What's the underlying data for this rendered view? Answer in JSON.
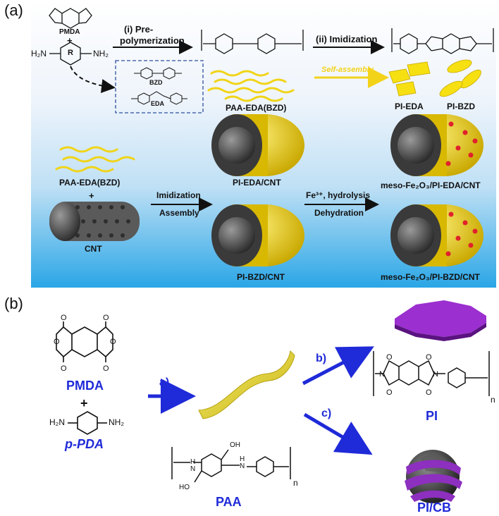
{
  "panel_a": {
    "label": "(a)",
    "pmda": "PMDA",
    "plus": "+",
    "h2n": "H₂N",
    "nh2": "NH₂",
    "r": "R",
    "step1_line1": "(i) Pre-",
    "step1_line2": "polymerization",
    "step2": "(ii) Imidization",
    "bzd": "BZD",
    "eda": "EDA",
    "paa_eda_bzd_top": "PAA-EDA(BZD)",
    "self_assembly": "Self-assembly",
    "pi_eda": "PI-EDA",
    "pi_bzd": "PI-BZD",
    "paa_eda_bzd_bottom": "PAA-EDA(BZD)",
    "cnt": "CNT",
    "imidization": "Imidization",
    "assembly": "Assembly",
    "pi_eda_cnt": "PI-EDA/CNT",
    "pi_bzd_cnt": "PI-BZD/CNT",
    "fe_hydrolysis": "Fe³⁺, hydrolysis",
    "dehydration": "Dehydration",
    "meso_eda": "meso-Fe₂O₃/PI-EDA/CNT",
    "meso_bzd": "meso-Fe₂O₃/PI-BZD/CNT"
  },
  "panel_b": {
    "label": "(b)",
    "pmda": "PMDA",
    "plus": "+",
    "ppda": "p-PDA",
    "h2n": "H₂N",
    "nh2": "NH₂",
    "step_a": "a)",
    "step_b": "b)",
    "step_c": "c)",
    "paa": "PAA",
    "pi": "PI",
    "picb": "PI/CB",
    "n": "n"
  },
  "colors": {
    "accent_blue": "#1f2ad8",
    "polymer_yellow": "#e8d52a",
    "pi_purple": "#9b2fcf",
    "cnt_gray": "#4a4a4a",
    "fe2o3_red": "#e0222b"
  }
}
